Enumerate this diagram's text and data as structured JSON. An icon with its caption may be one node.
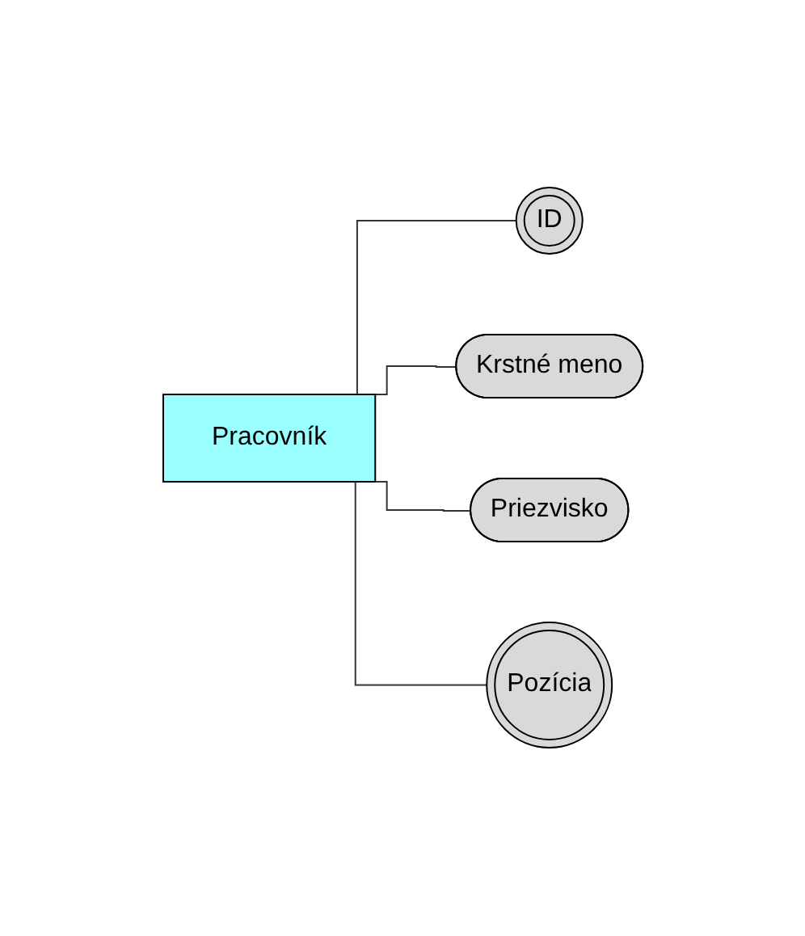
{
  "diagram": {
    "nodes": [
      {
        "text": [
          "Pracovník"
        ]
      },
      {
        "text": [
          "ID"
        ]
      },
      {
        "text": [
          "Krstné meno"
        ]
      },
      {
        "text": [
          "Priezvisko"
        ]
      },
      {
        "text": [
          "Pozícia"
        ]
      }
    ],
    "edges": [
      {
        "from": 0,
        "to": 1,
        "arrow": "none"
      },
      {
        "from": 0,
        "to": 2,
        "arrow": "none"
      },
      {
        "from": 0,
        "to": 3,
        "arrow": "none"
      },
      {
        "from": 0,
        "to": 4,
        "arrow": "none"
      }
    ]
  }
}
